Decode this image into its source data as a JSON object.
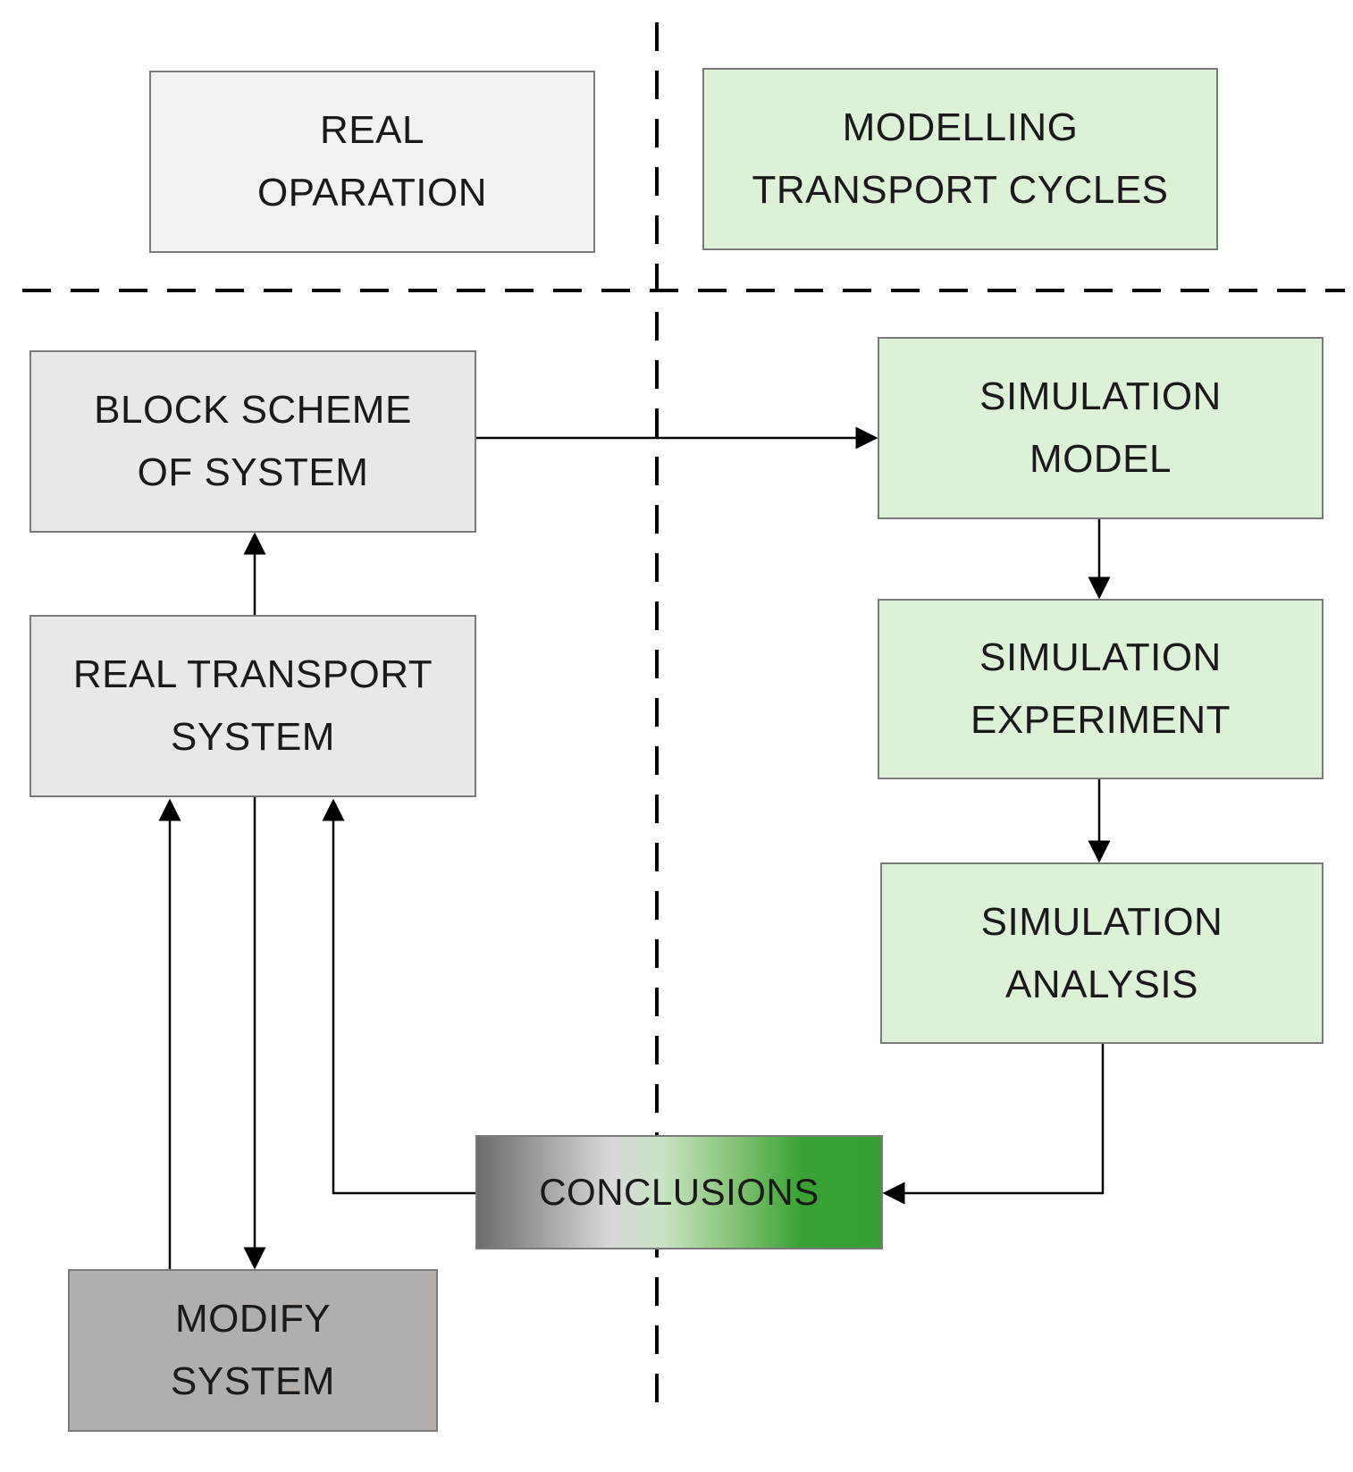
{
  "boxes": {
    "real_operation": {
      "line1": "REAL",
      "line2": "OPARATION"
    },
    "modelling_transport_cycles": {
      "line1": "MODELLING",
      "line2": "TRANSPORT CYCLES"
    },
    "block_scheme": {
      "line1": "BLOCK SCHEME",
      "line2": "OF SYSTEM"
    },
    "real_transport_system": {
      "line1": "REAL TRANSPORT",
      "line2": "SYSTEM"
    },
    "modify_system": {
      "line1": "MODIFY",
      "line2": "SYSTEM"
    },
    "simulation_model": {
      "line1": "SIMULATION",
      "line2": "MODEL"
    },
    "simulation_experiment": {
      "line1": "SIMULATION",
      "line2": "EXPERIMENT"
    },
    "simulation_analysis": {
      "line1": "SIMULATION",
      "line2": "ANALYSIS"
    },
    "conclusions": {
      "label": "CONCLUSIONS"
    }
  },
  "colors": {
    "real_side_box": "#e8e8e8",
    "real_header_box": "#f2f2f2",
    "modelling_side_box": "#ddf0d8",
    "modify_box": "#b2aeab",
    "conclusions_gradient": [
      "#6c6c6c",
      "#d8d8d8",
      "#3aa235"
    ],
    "line": "#000000"
  }
}
